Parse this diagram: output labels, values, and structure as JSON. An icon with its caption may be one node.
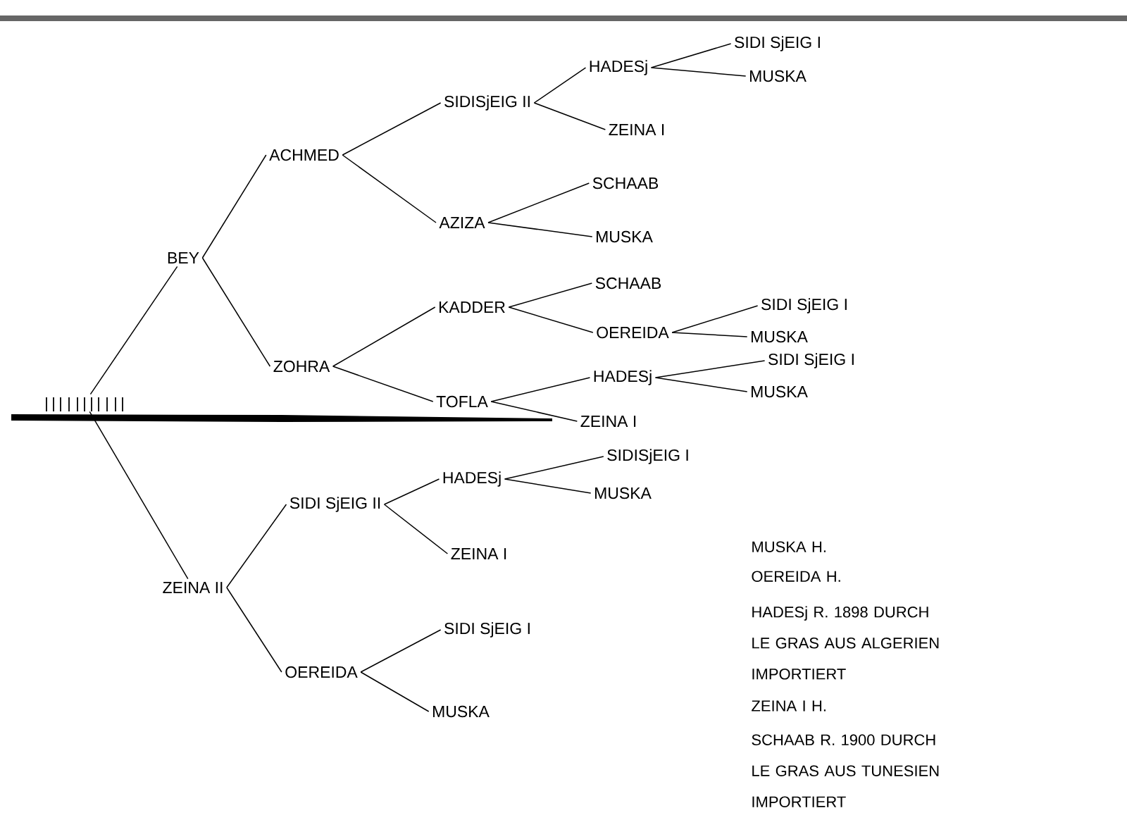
{
  "diagram": {
    "nodes": [
      {
        "text": [],
        "shape": "picture"
      },
      {
        "text": [
          "BEY"
        ]
      },
      {
        "text": [
          "ACHMED"
        ]
      },
      {
        "text": [
          "SIDISjEIG II"
        ]
      },
      {
        "text": [
          "HADESj"
        ]
      },
      {
        "text": [
          "SIDI SjEIG I"
        ]
      },
      {
        "text": [
          "MUSKA"
        ]
      },
      {
        "text": [
          "ZEINA I"
        ]
      },
      {
        "text": [
          "AZIZA"
        ]
      },
      {
        "text": [
          "SCHAAB"
        ]
      },
      {
        "text": [
          "MUSKA"
        ]
      },
      {
        "text": [
          "ZOHRA"
        ]
      },
      {
        "text": [
          "KADDER"
        ]
      },
      {
        "text": [
          "SCHAAB"
        ]
      },
      {
        "text": [
          "OEREIDA"
        ]
      },
      {
        "text": [
          "SIDI SjEIG I"
        ]
      },
      {
        "text": [
          "MUSKA"
        ]
      },
      {
        "text": [
          "TOFLA"
        ]
      },
      {
        "text": [
          "HADESj"
        ]
      },
      {
        "text": [
          "SIDI SjEIG I"
        ]
      },
      {
        "text": [
          "MUSKA"
        ]
      },
      {
        "text": [
          "ZEINA I"
        ]
      },
      {
        "text": [
          "ZEINA II"
        ]
      },
      {
        "text": [
          "SIDI SjEIG II"
        ]
      },
      {
        "text": [
          "HADESj"
        ]
      },
      {
        "text": [
          "SIDISjEIG I"
        ]
      },
      {
        "text": [
          "MUSKA"
        ]
      },
      {
        "text": [
          "ZEINA I"
        ]
      },
      {
        "text": [
          "OEREIDA"
        ]
      },
      {
        "text": [
          "SIDI SjEIG I"
        ]
      },
      {
        "text": [
          "MUSKA"
        ]
      }
    ],
    "edges": [
      {
        "from": 0,
        "to": 1,
        "arrow": "none"
      },
      {
        "from": 0,
        "to": 22,
        "arrow": "none"
      },
      {
        "from": 1,
        "to": 2,
        "arrow": "none"
      },
      {
        "from": 1,
        "to": 11,
        "arrow": "none"
      },
      {
        "from": 2,
        "to": 3,
        "arrow": "none"
      },
      {
        "from": 2,
        "to": 8,
        "arrow": "none"
      },
      {
        "from": 3,
        "to": 4,
        "arrow": "none"
      },
      {
        "from": 3,
        "to": 7,
        "arrow": "none"
      },
      {
        "from": 4,
        "to": 5,
        "arrow": "none"
      },
      {
        "from": 4,
        "to": 6,
        "arrow": "none"
      },
      {
        "from": 8,
        "to": 9,
        "arrow": "none"
      },
      {
        "from": 8,
        "to": 10,
        "arrow": "none"
      },
      {
        "from": 11,
        "to": 12,
        "arrow": "none"
      },
      {
        "from": 11,
        "to": 17,
        "arrow": "none"
      },
      {
        "from": 12,
        "to": 13,
        "arrow": "none"
      },
      {
        "from": 12,
        "to": 14,
        "arrow": "none"
      },
      {
        "from": 14,
        "to": 15,
        "arrow": "none"
      },
      {
        "from": 14,
        "to": 16,
        "arrow": "none"
      },
      {
        "from": 17,
        "to": 18,
        "arrow": "none"
      },
      {
        "from": 17,
        "to": 21,
        "arrow": "none"
      },
      {
        "from": 18,
        "to": 19,
        "arrow": "none"
      },
      {
        "from": 18,
        "to": 20,
        "arrow": "none"
      },
      {
        "from": 22,
        "to": 23,
        "arrow": "none"
      },
      {
        "from": 22,
        "to": 28,
        "arrow": "none"
      },
      {
        "from": 23,
        "to": 24,
        "arrow": "none"
      },
      {
        "from": 23,
        "to": 27,
        "arrow": "none"
      },
      {
        "from": 24,
        "to": 25,
        "arrow": "none"
      },
      {
        "from": 24,
        "to": 26,
        "arrow": "none"
      },
      {
        "from": 28,
        "to": 29,
        "arrow": "none"
      },
      {
        "from": 28,
        "to": 30,
        "arrow": "none"
      }
    ],
    "labels": [
      "MUSKA H.",
      "OEREIDA H.",
      "HADESj R. 1898 DURCH LE GRAS AUS ALGERIEN IMPORTIERT",
      "ZEINA I H.",
      "SCHAAB R. 1900 DURCH LE GRAS AUS TUNESIEN IMPORTIERT"
    ]
  }
}
